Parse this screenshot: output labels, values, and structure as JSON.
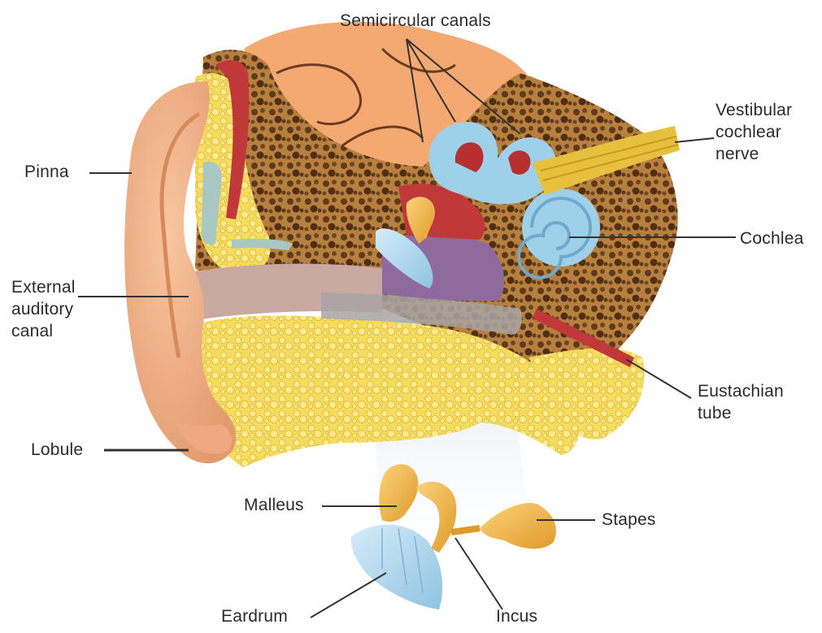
{
  "labels": {
    "semicircular_canals": "Semicircular canals",
    "vestibulocochlear_nerve": "Vestibular\ncochlear\nnerve",
    "pinna": "Pinna",
    "cochlea": "Cochlea",
    "external_auditory_canal": "External\nauditory\ncanal",
    "eustachian_tube": "Eustachian\ntube",
    "lobule": "Lobule",
    "malleus": "Malleus",
    "stapes": "Stapes",
    "eardrum": "Eardrum",
    "incus": "Incus"
  },
  "colors": {
    "skin": "#f2b48a",
    "bone": "#efc86a",
    "spongy_bone": "#8a5a2e",
    "fat": "#f7e06a",
    "cochlea": "#9fd0ea",
    "canal": "#c9a9a0",
    "ossicles": "#f2b64c",
    "middle_ear": "#8e6b9c",
    "muscle": "#c0383a",
    "brain": "#f4a872",
    "nerve": "#e8c040",
    "spotlight": "#dfe6f0"
  }
}
